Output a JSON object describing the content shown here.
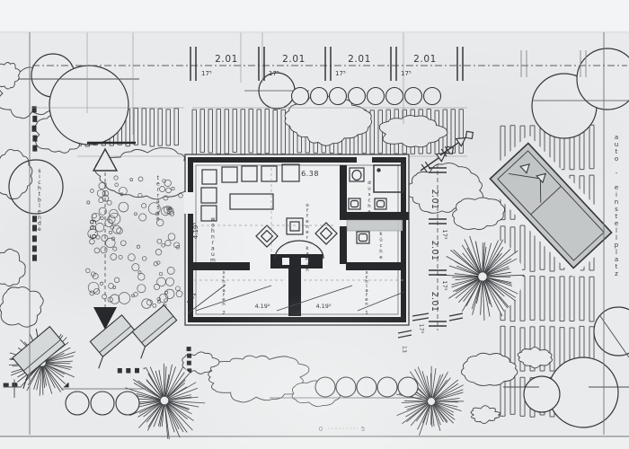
{
  "colors": {
    "paper": "#e9ebec",
    "ink": "#3f4245",
    "wall": "#26282b",
    "gray": "#c4c7c8",
    "faint": "#8f9294"
  },
  "dims": {
    "top": [
      {
        "main": "2.01",
        "sub": "17⁵"
      },
      {
        "main": "2.01",
        "sub": "17⁵"
      },
      {
        "main": "2.01",
        "sub": "17⁵"
      },
      {
        "main": "2.01",
        "sub": "17⁵"
      }
    ],
    "right_main": [
      "2.01",
      "2.01",
      "2.01"
    ],
    "right_sub": [
      "17⁵",
      "17⁵"
    ],
    "house_width": "6.38",
    "living_depth": "4.19⁵",
    "terrace_depth": "6.99",
    "bed2_width": "2.01",
    "bed_diag_a": "4.19⁵",
    "bed_diag_b": "4.19⁵",
    "tick_175": "17⁵",
    "tick_13": "13"
  },
  "rooms": {
    "living": "wohnraum",
    "fireplace": "offener kamin",
    "shower": "dusche",
    "kitchen": "küche",
    "bedroom1": "schlafen 1",
    "bedroom2": "schlafen 2"
  },
  "site": {
    "terrace": "terrasse",
    "screen": "sichtblende",
    "carport": "auto - einstellplatz",
    "scale_start": "0",
    "scale_end": "5"
  }
}
